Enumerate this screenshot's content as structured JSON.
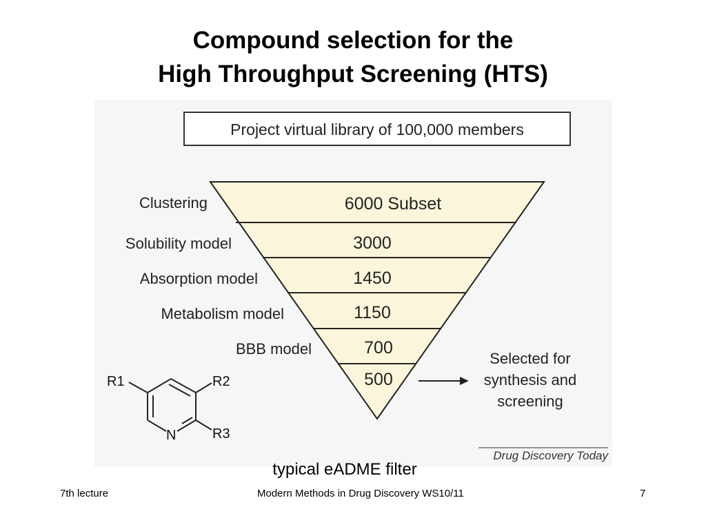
{
  "slide": {
    "title_line1": "Compound selection for the",
    "title_line2": "High Throughput Screening (HTS)",
    "caption": "typical eADME filter"
  },
  "diagram": {
    "library_box": "Project virtual library of 100,000 members",
    "funnel_fill": "#fbf6db",
    "stages": [
      {
        "label": "Clustering",
        "count": "6000 Subset"
      },
      {
        "label": "Solubility model",
        "count": "3000"
      },
      {
        "label": "Absorption model",
        "count": "1450"
      },
      {
        "label": "Metabolism model",
        "count": "1150"
      },
      {
        "label": "BBB model",
        "count": "700"
      },
      {
        "label": "",
        "count": "500"
      }
    ],
    "selected_text": [
      "Selected for",
      "synthesis and",
      "screening"
    ],
    "structure_labels": {
      "r1": "R1",
      "r2": "R2",
      "r3": "R3",
      "n": "N"
    },
    "source": "Drug Discovery Today"
  },
  "footer": {
    "left": "7th lecture",
    "center": "Modern Methods in Drug Discovery WS10/11",
    "right": "7"
  }
}
